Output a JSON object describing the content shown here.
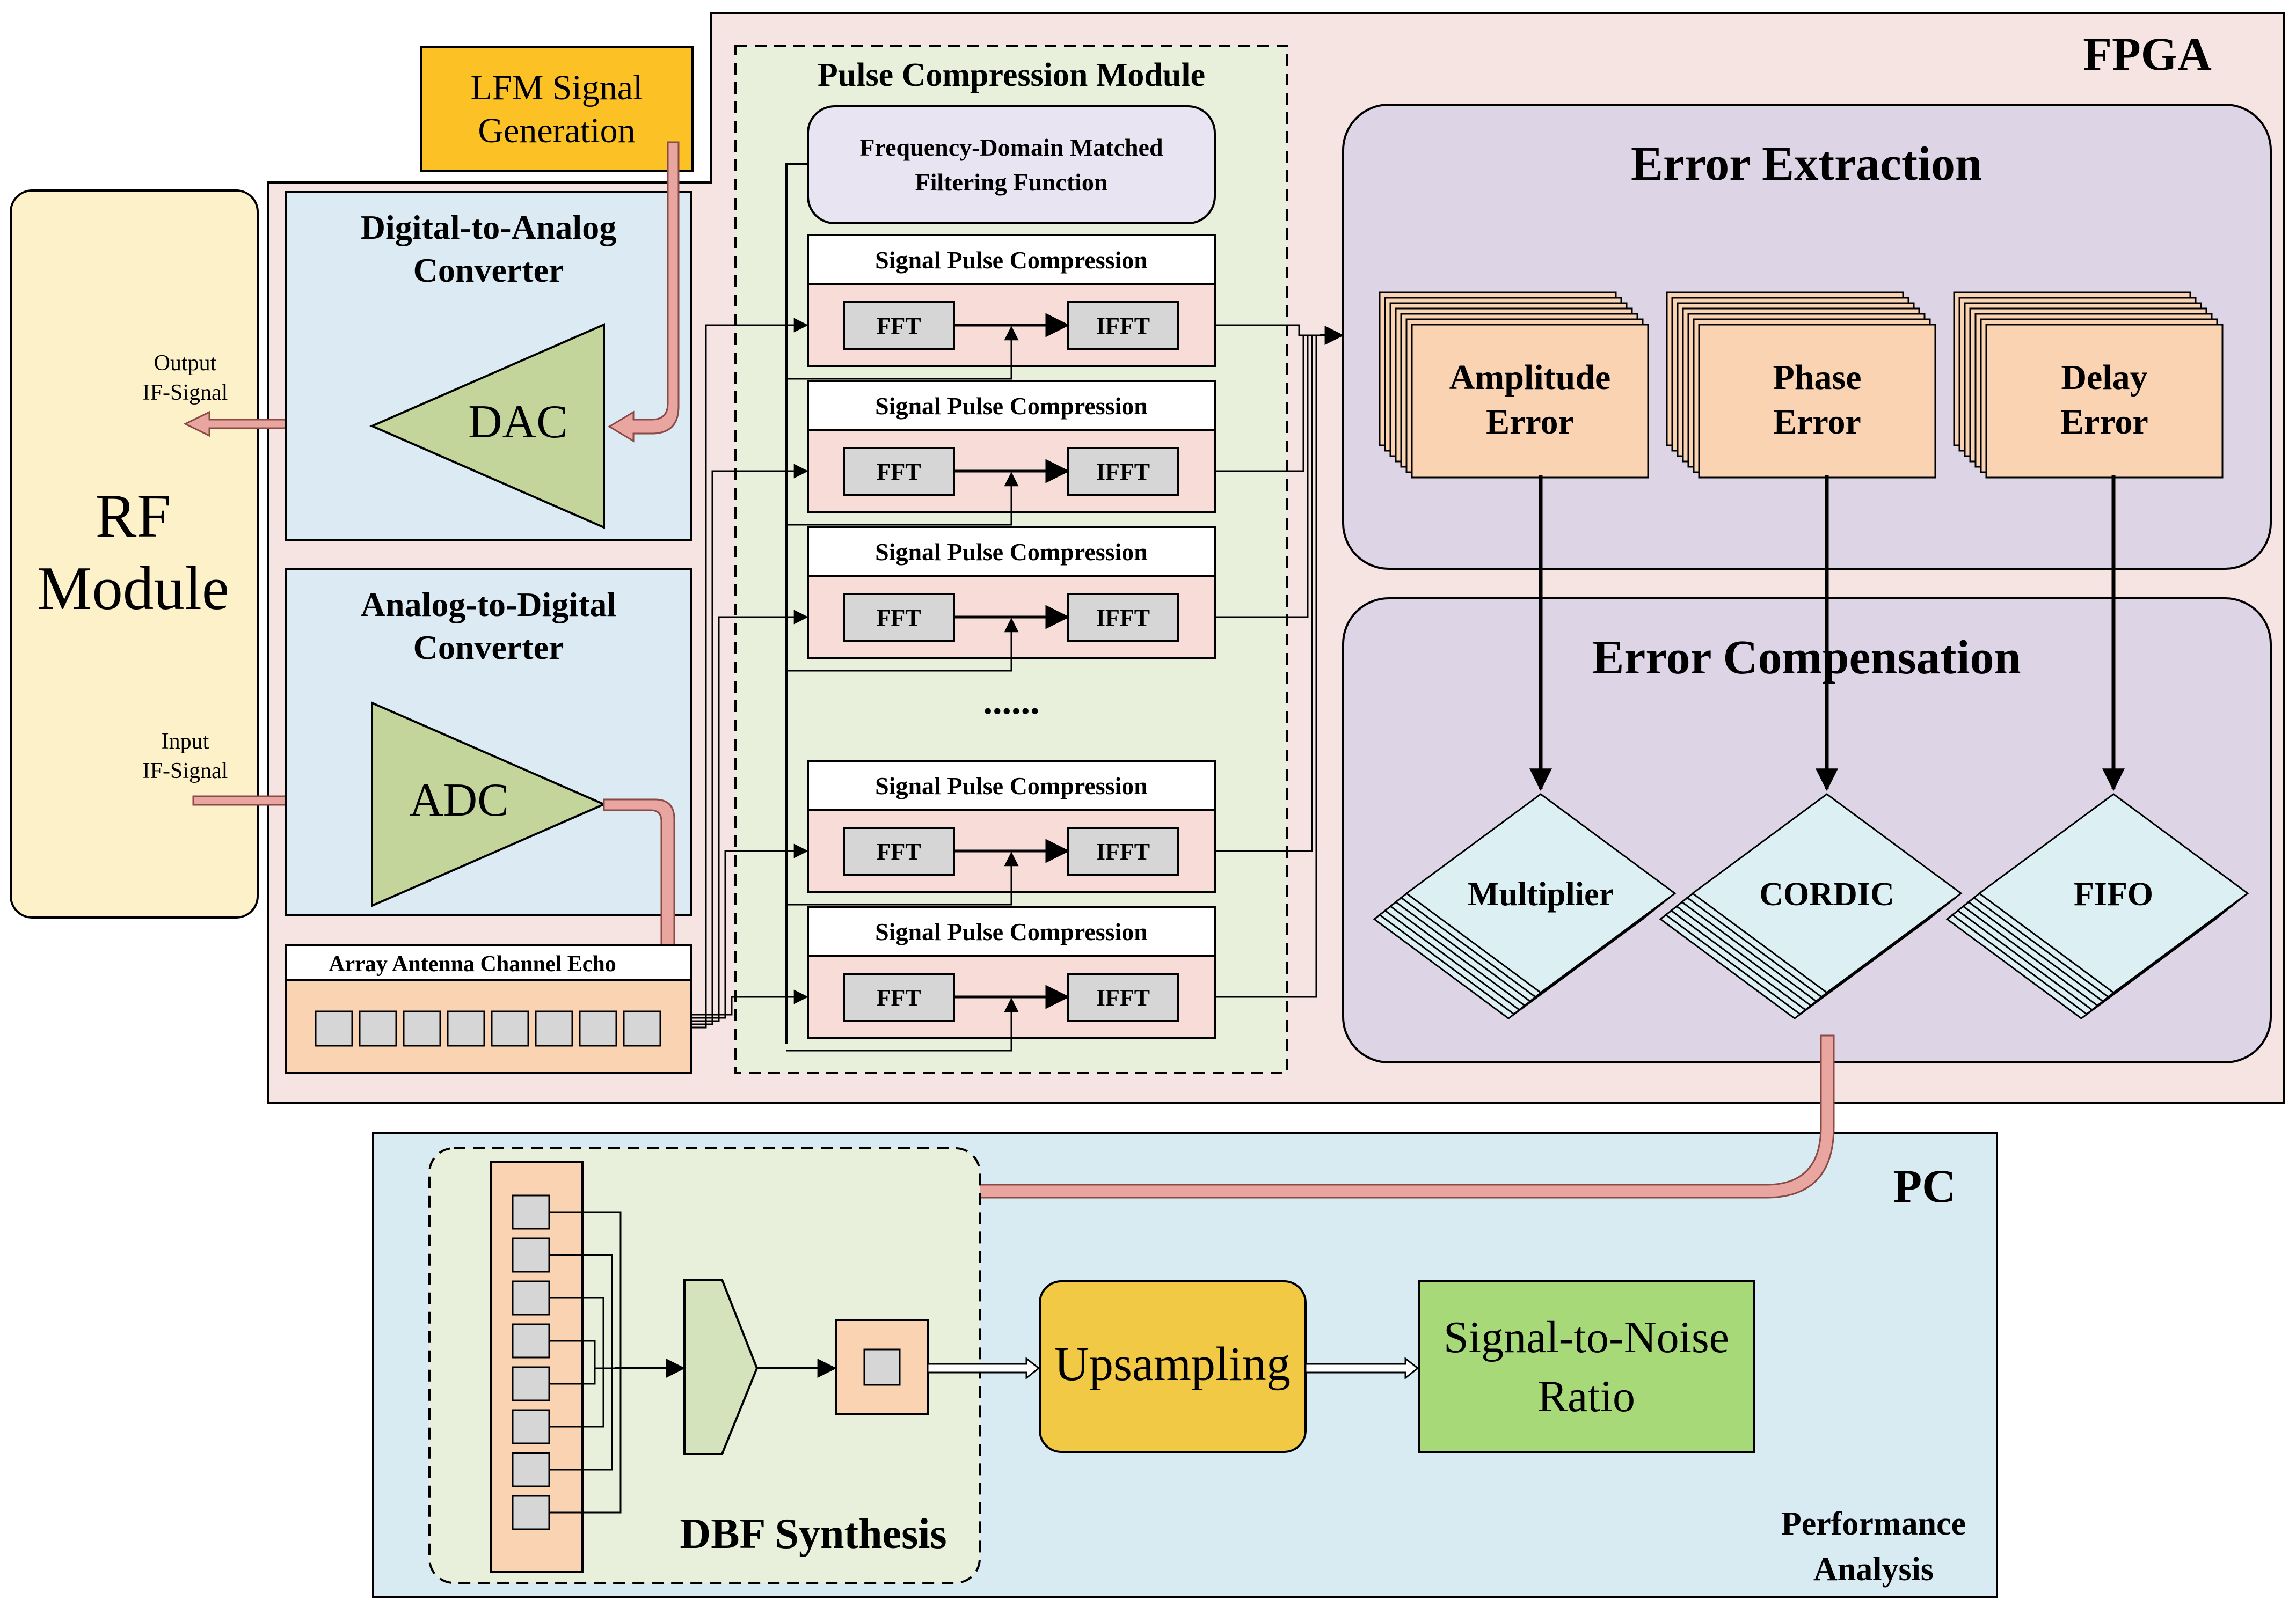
{
  "rf_module": {
    "line1": "RF",
    "line2": "Module"
  },
  "io": {
    "output_line1": "Output",
    "output_line2": "IF-Signal",
    "input_line1": "Input",
    "input_line2": "IF-Signal"
  },
  "lfm": {
    "line1": "LFM Signal",
    "line2": "Generation"
  },
  "dac": {
    "title_line1": "Digital-to-Analog",
    "title_line2": "Converter",
    "label": "DAC"
  },
  "adc": {
    "title_line1": "Analog-to-Digital",
    "title_line2": "Converter",
    "label": "ADC"
  },
  "antenna": {
    "title": "Array Antenna Channel Echo"
  },
  "pulse_module": {
    "title": "Pulse Compression Module",
    "matched_line1": "Frequency-Domain Matched",
    "matched_line2": "Filtering Function",
    "ellipsis": "......",
    "channels": [
      {
        "title": "Signal Pulse Compression",
        "fft": "FFT",
        "ifft": "IFFT"
      },
      {
        "title": "Signal Pulse Compression",
        "fft": "FFT",
        "ifft": "IFFT"
      },
      {
        "title": "Signal Pulse Compression",
        "fft": "FFT",
        "ifft": "IFFT"
      },
      {
        "title": "Signal Pulse Compression",
        "fft": "FFT",
        "ifft": "IFFT"
      },
      {
        "title": "Signal Pulse Compression",
        "fft": "FFT",
        "ifft": "IFFT"
      }
    ]
  },
  "fpga": {
    "title": "FPGA"
  },
  "error_extraction": {
    "title": "Error  Extraction",
    "items": [
      {
        "line1": "Amplitude",
        "line2": "Error"
      },
      {
        "line1": "Phase",
        "line2": "Error"
      },
      {
        "line1": "Delay",
        "line2": "Error"
      }
    ]
  },
  "error_compensation": {
    "title": "Error  Compensation",
    "items": [
      "Multiplier",
      "CORDIC",
      "FIFO"
    ]
  },
  "pc": {
    "title": "PC",
    "dbf": "DBF Synthesis",
    "upsampling": "Upsampling",
    "snr_line1": "Signal-to-Noise",
    "snr_line2": "Ratio",
    "perf_line1": "Performance",
    "perf_line2": "Analysis"
  },
  "colors": {
    "rf": "#fdf1c9",
    "lfm": "#fcc125",
    "converter": "#dbeaf3",
    "tri": "#c3d59b",
    "fpga": "#f5e4e1",
    "pulse": "#e8f0db",
    "channel": "#f7dcd8",
    "fftbox": "#d6d6d6",
    "purple": "#ddd5e6",
    "error": "#fad3b2",
    "diamond": "#dcf0f4",
    "pc": "#d8ebf2",
    "upsampling": "#f2c944",
    "snr": "#a8d978",
    "arrow": "#e9a6a1"
  }
}
